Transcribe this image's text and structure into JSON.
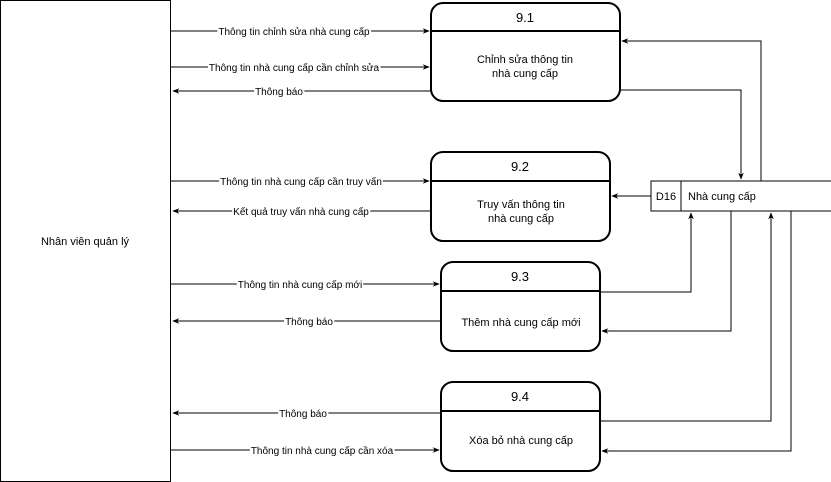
{
  "entity": {
    "label": "Nhân viên quản lý"
  },
  "datastore": {
    "id": "D16",
    "label": "Nhà cung cấp"
  },
  "processes": [
    {
      "id": "9.1",
      "line1": "Chỉnh sửa thông tin",
      "line2": "nhà cung cấp"
    },
    {
      "id": "9.2",
      "line1": "Truy vấn thông tin",
      "line2": "nhà cung cấp"
    },
    {
      "id": "9.3",
      "line1": "Thêm nhà cung cấp mới",
      "line2": ""
    },
    {
      "id": "9.4",
      "line1": "Xóa bỏ nhà cung cấp",
      "line2": ""
    }
  ],
  "flows": [
    "Thông tin chỉnh sửa nhà cung cấp",
    "Thông tin nhà cung cấp cần chỉnh sửa",
    "Thông báo",
    "Thông tin nhà cung cấp cần truy vấn",
    "Kết quả truy vấn nhà cung cấp",
    "Thông tin nhà cung cấp mới",
    "Thông báo",
    "Thông báo",
    "Thông tin nhà cung cấp cần xóa"
  ]
}
